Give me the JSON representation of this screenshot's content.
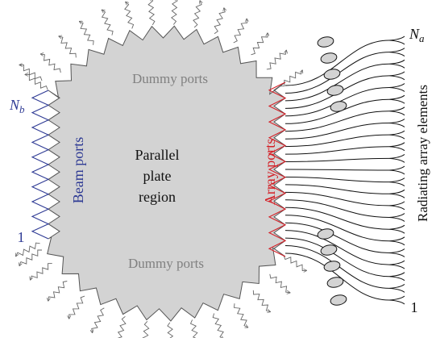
{
  "labels": {
    "region_line1": "Parallel",
    "region_line2": "plate",
    "region_line3": "region",
    "dummy_top": "Dummy ports",
    "dummy_bottom": "Dummy ports",
    "beam_ports": "Beam ports",
    "array_ports": "Array ports",
    "radiating": "Radiating array elements",
    "nb_base": "N",
    "nb_sub": "b",
    "na_base": "N",
    "na_sub": "a",
    "beam_one": "1",
    "array_one": "1"
  },
  "colors": {
    "region_fill": "#d3d3d3",
    "outline": "#555555",
    "dummy_text": "#808080",
    "beam": "#2e3a94",
    "array": "#d42027",
    "text": "#111111",
    "element": "#111111"
  },
  "icons": {
    "dummy_port_arrow": "zigzag-arrow-icon",
    "array_element": "tapered-slot-antenna-icon"
  }
}
